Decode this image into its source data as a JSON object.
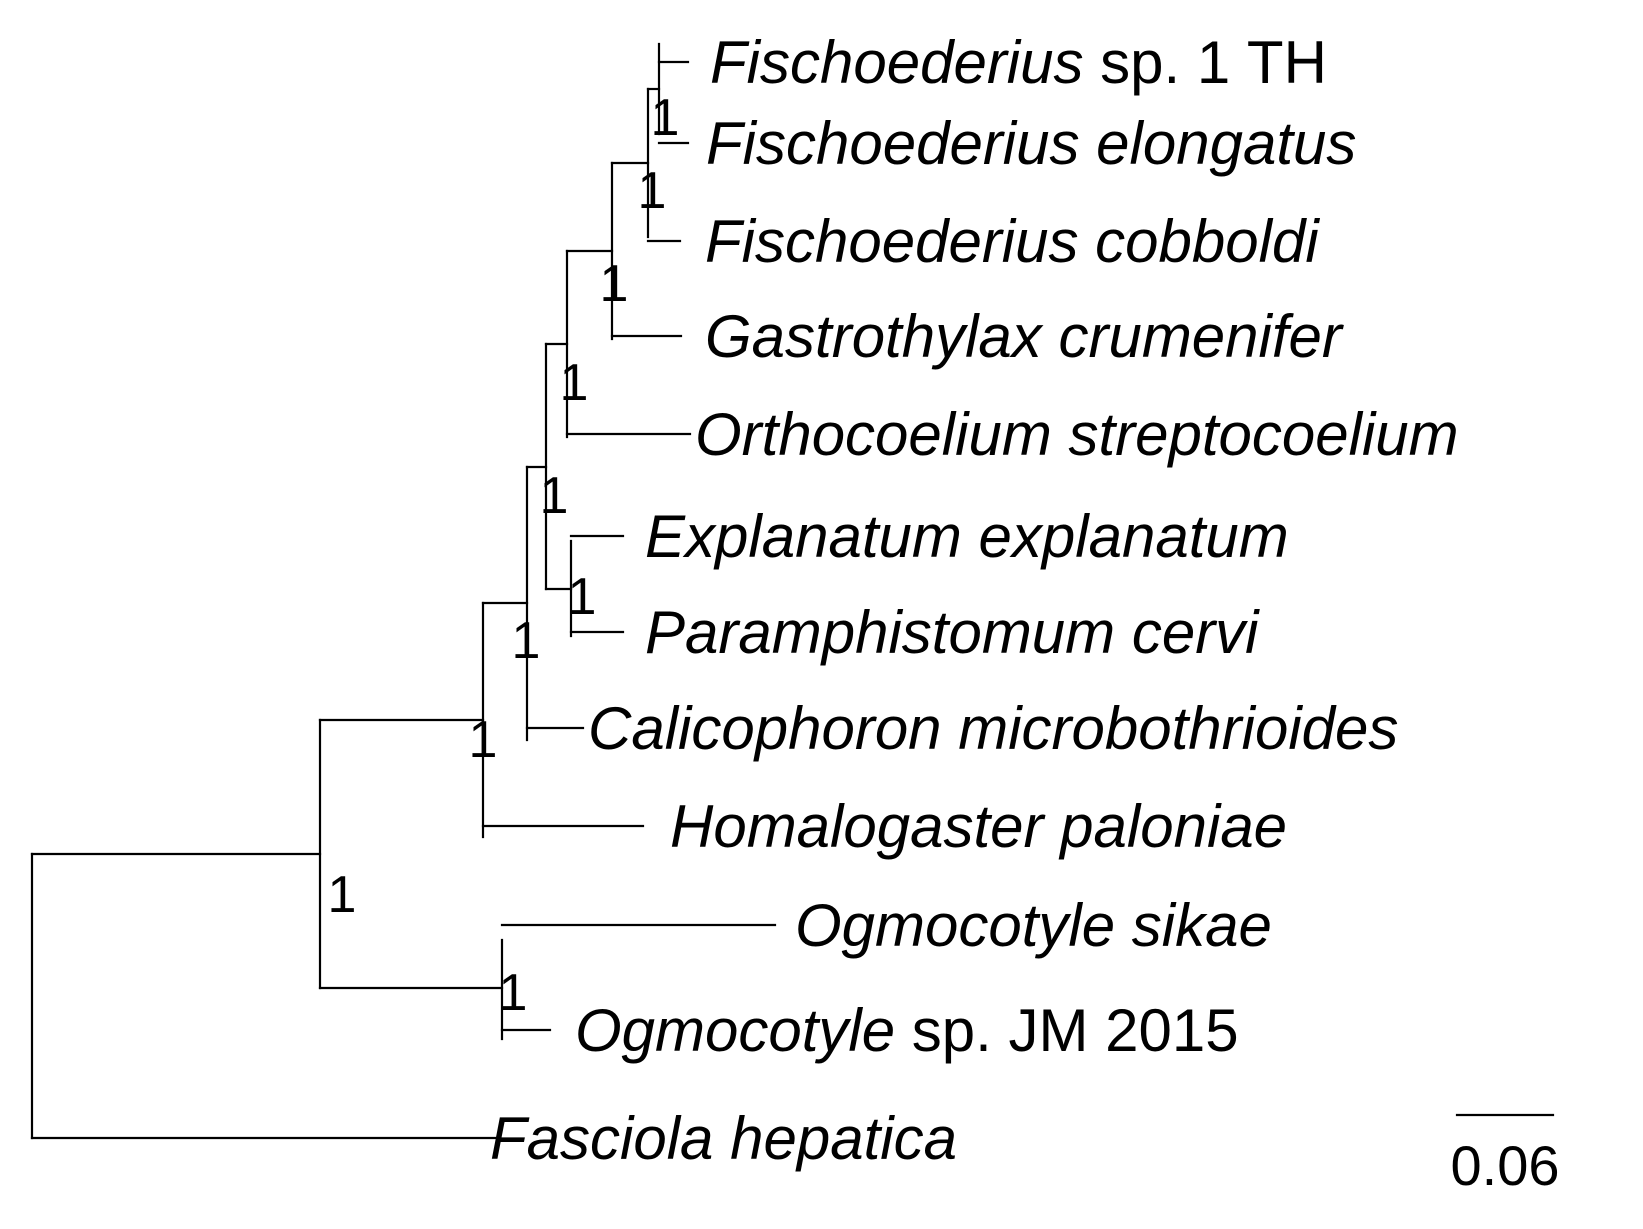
{
  "tree": {
    "taxa": [
      {
        "id": "fsp1",
        "italic": "Fischoederius",
        "plain": " sp. 1 TH"
      },
      {
        "id": "felo",
        "italic": "Fischoederius elongatus",
        "plain": ""
      },
      {
        "id": "fcob",
        "italic": "Fischoederius cobboldi",
        "plain": ""
      },
      {
        "id": "gcru",
        "italic": "Gastrothylax crumenifer",
        "plain": ""
      },
      {
        "id": "ostr",
        "italic": "Orthocoelium streptocoelium",
        "plain": ""
      },
      {
        "id": "eexp",
        "italic": "Explanatum explanatum",
        "plain": ""
      },
      {
        "id": "pcer",
        "italic": "Paramphistomum cervi",
        "plain": ""
      },
      {
        "id": "cmic",
        "italic": "Calicophoron microbothrioides",
        "plain": ""
      },
      {
        "id": "hpal",
        "italic": "Homalogaster paloniae",
        "plain": ""
      },
      {
        "id": "osik",
        "italic": "Ogmocotyle sikae",
        "plain": ""
      },
      {
        "id": "osp",
        "italic": "Ogmocotyle",
        "plain": " sp. JM 2015"
      },
      {
        "id": "fhep",
        "italic": "Fasciola hepatica",
        "plain": ""
      }
    ],
    "support_values": [
      "1",
      "1",
      "1",
      "1",
      "1",
      "1",
      "1",
      "1",
      "1",
      "1"
    ],
    "scale_bar": {
      "label": "0.06",
      "value": 0.06
    }
  }
}
